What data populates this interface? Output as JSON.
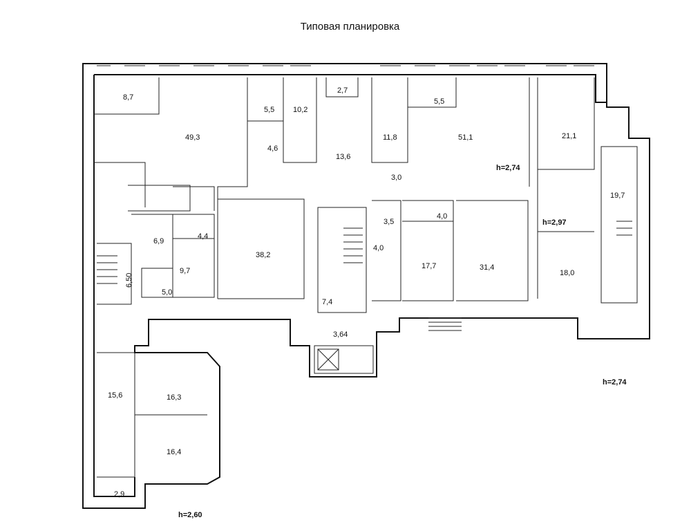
{
  "title": "Типовая планировка",
  "rooms": [
    "8,7",
    "49,3",
    "5,5",
    "10,2",
    "4,6",
    "2,7",
    "13,6",
    "11,8",
    "5,5",
    "51,1",
    "3,0",
    "21,1",
    "19,7",
    "h=2,97",
    "6,9",
    "4,4",
    "38,2",
    "3,5",
    "4,0",
    "4,0",
    "17,7",
    "31,4",
    "18,0",
    "9,7",
    "5,0",
    "6,50",
    "7,4",
    "3,64",
    "15,6",
    "16,3",
    "16,4",
    "2,9"
  ],
  "heights": [
    "h=2,74",
    "h=2,74",
    "h=2,60"
  ]
}
